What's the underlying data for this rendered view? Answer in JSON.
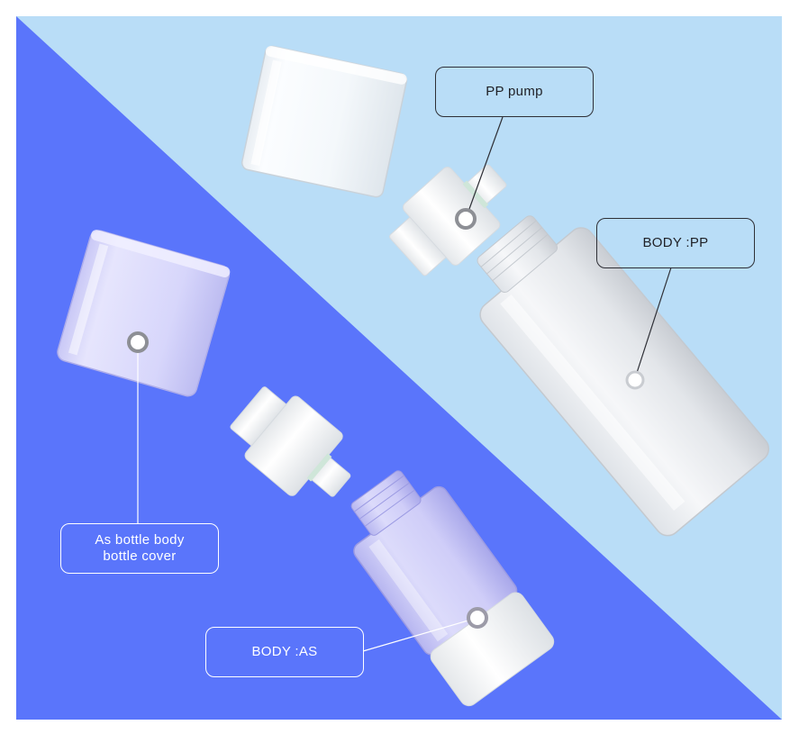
{
  "labels": {
    "pp_pump": "PP pump",
    "body_pp": "BODY :PP",
    "as_body_line1": "As bottle body",
    "as_body_line2": "bottle cover",
    "body_as": "BODY :AS"
  },
  "colors": {
    "light_panel": "#b9ddf7",
    "dark_panel": "#5a75fb",
    "dark_text": "#1f2026",
    "light_text": "#ffffff"
  }
}
